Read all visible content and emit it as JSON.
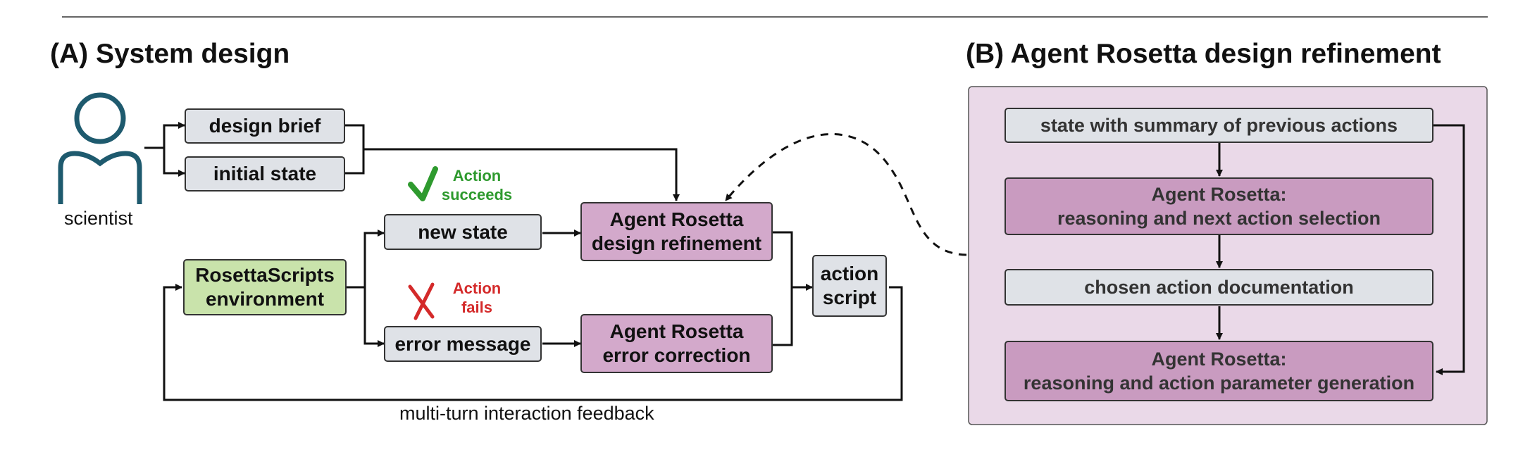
{
  "section_a": {
    "title": "(A) System design",
    "scientist_label": "scientist",
    "design_brief": "design brief",
    "initial_state": "initial state",
    "new_state": "new state",
    "error_message": "error message",
    "environment": "RosettaScripts\nenvironment",
    "refinement": "Agent Rosetta\ndesign refinement",
    "correction": "Agent Rosetta\nerror correction",
    "action_script": "action\nscript",
    "success_text": "Action\nsucceeds",
    "fail_text": "Action\nfails",
    "feedback_label": "multi-turn interaction feedback"
  },
  "section_b": {
    "title": "(B) Agent Rosetta design refinement",
    "step1": "state with summary of previous actions",
    "step2": "Agent Rosetta:\nreasoning and next action selection",
    "step3": "chosen action documentation",
    "step4": "Agent Rosetta:\nreasoning and action parameter generation"
  },
  "colors": {
    "gray_box": "#dfe2e7",
    "mauve_box": "#d3a9cb",
    "green_box": "#c9e3ab",
    "panel_bg": "#ead9e8",
    "success": "#2e9a2e",
    "fail": "#d42a2a",
    "scientist_icon": "#1e5a6e"
  },
  "icons": {
    "scientist": "person-icon",
    "success": "checkmark-icon",
    "fail": "cross-icon"
  }
}
